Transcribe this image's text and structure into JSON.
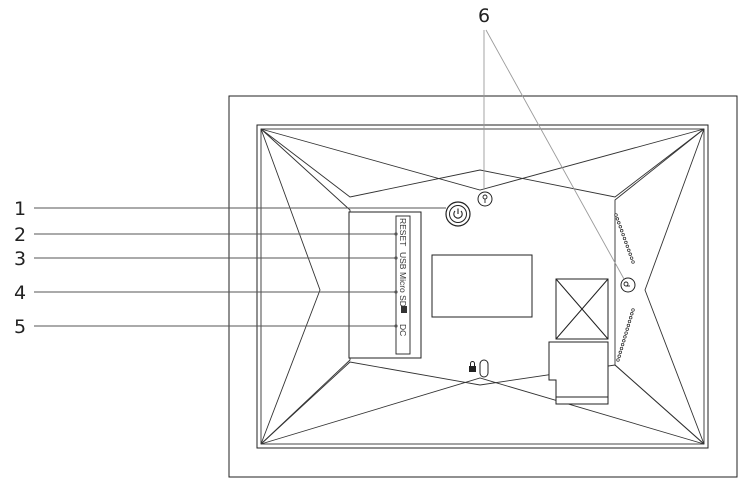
{
  "callouts": [
    {
      "id": "1",
      "text": "1"
    },
    {
      "id": "2",
      "text": "2"
    },
    {
      "id": "3",
      "text": "3"
    },
    {
      "id": "4",
      "text": "4"
    },
    {
      "id": "5",
      "text": "5"
    },
    {
      "id": "6",
      "text": "6"
    }
  ],
  "ports": [
    {
      "id": "reset",
      "text": "RESET"
    },
    {
      "id": "usb",
      "text": "USB"
    },
    {
      "id": "microsd",
      "text": "Micro SD"
    },
    {
      "id": "dc",
      "text": "DC"
    }
  ],
  "icons": [
    "power-button-icon",
    "lock-icon",
    "sd-card-icon",
    "keyhole-mount-icon",
    "speaker-grille-icon"
  ],
  "colors": {
    "line": "#222222",
    "leader": "#555555",
    "leader_light": "#9a9a9a"
  }
}
